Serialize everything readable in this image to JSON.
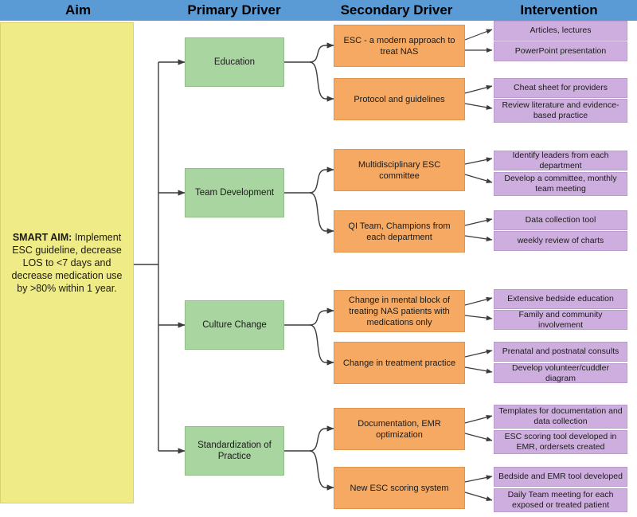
{
  "header": {
    "columns": [
      {
        "label": "Aim"
      },
      {
        "label": "Primary Driver"
      },
      {
        "label": "Secondary Driver"
      },
      {
        "label": "Intervention"
      }
    ]
  },
  "aim": {
    "label_bold": "SMART AIM:",
    "text": " Implement ESC guideline, decrease LOS to <7 days and decrease medication use by >80% within 1 year."
  },
  "branches": [
    {
      "primary": "Education",
      "secondaries": [
        {
          "label": "ESC - a modern approach to treat NAS",
          "interventions": [
            "Articles, lectures",
            "PowerPoint presentation"
          ]
        },
        {
          "label": "Protocol and guidelines",
          "interventions": [
            "Cheat sheet for providers",
            "Review literature and evidence-based practice"
          ]
        }
      ]
    },
    {
      "primary": "Team Development",
      "secondaries": [
        {
          "label": "Multidisciplinary ESC committee",
          "interventions": [
            "Identify leaders from each department",
            "Develop a committee, monthly team meeting"
          ]
        },
        {
          "label": "QI Team, Champions from each department",
          "interventions": [
            "Data collection tool",
            "weekly review of charts"
          ]
        }
      ]
    },
    {
      "primary": "Culture Change",
      "secondaries": [
        {
          "label": "Change in mental block of treating NAS patients with medications only",
          "interventions": [
            "Extensive bedside education",
            "Family and community involvement"
          ]
        },
        {
          "label": "Change in treatment practice",
          "interventions": [
            "Prenatal and postnatal consults",
            "Develop volunteer/cuddler diagram"
          ]
        }
      ]
    },
    {
      "primary": "Standardization of Practice",
      "secondaries": [
        {
          "label": "Documentation, EMR optimization",
          "interventions": [
            "Templates for documentation and data collection",
            "ESC scoring tool developed in EMR, ordersets created"
          ]
        },
        {
          "label": "New ESC scoring system",
          "interventions": [
            "Bedside and EMR tool developed",
            "Daily Team meeting for each exposed or treated patient"
          ]
        }
      ]
    }
  ],
  "colors": {
    "header_band": "#5b9bd5",
    "aim_box": "#efec87",
    "primary_box": "#a9d5a0",
    "secondary_box": "#f5a962",
    "intervention_box": "#ceaede",
    "connector": "#3b3b3b"
  }
}
